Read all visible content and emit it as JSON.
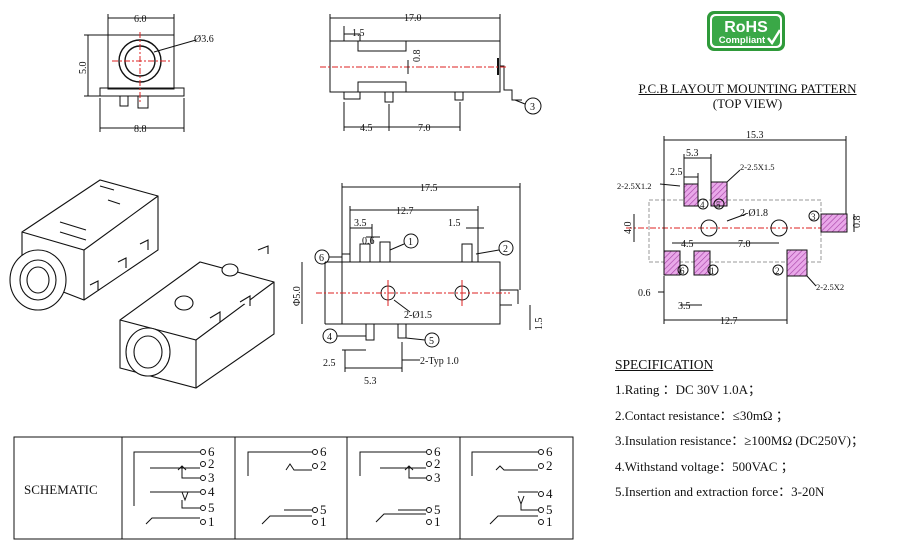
{
  "rohs": {
    "line1": "RoHS",
    "line2": "Compliant"
  },
  "pcb": {
    "title": "P.C.B LAYOUT MOUNTING PATTERN",
    "subtitle": "(TOP VIEW)",
    "dims": {
      "total": "15.3",
      "d53": "5.3",
      "d25": "2.5",
      "pad12": "2-2.5X1.2",
      "pad15": "2-2.5X1.5",
      "hole": "2-Ø1.8",
      "h08": "0.8",
      "h40": "4.0",
      "d45": "4.5",
      "d70": "7.0",
      "d06": "0.6",
      "d35": "3.5",
      "d127": "12.7",
      "pad2": "2-2.5X2"
    },
    "pins": [
      "1",
      "2",
      "3",
      "4",
      "5",
      "6"
    ]
  },
  "front": {
    "w": "6.0",
    "h": "5.0",
    "dia": "Ø3.6",
    "base": "8.8"
  },
  "side": {
    "len": "17.0",
    "d15": "1.5",
    "d08": "0.8",
    "d45": "4.5",
    "d70": "7.0",
    "pin3": "3"
  },
  "top": {
    "len": "17.5",
    "d127": "12.7",
    "d35": "3.5",
    "d06": "0.6",
    "d15": "1.5",
    "dia": "Φ5.0",
    "holes": "2-Ø1.5",
    "d25": "2.5",
    "typ": "2-Typ 1.0",
    "d53": "5.3",
    "h15": "1.5",
    "pins": [
      "1",
      "2",
      "4",
      "5",
      "6"
    ]
  },
  "schematic": {
    "label": "SCHEMATIC"
  },
  "spec": {
    "title": "SPECIFICATION",
    "items": [
      "1.Rating ：DC 30V 1.0A；",
      "2.Contact resistance：≤30mΩ ；",
      "3.Insulation resistance：≥100MΩ (DC250V)；",
      "4.Withstand voltage：500VAC ；",
      "5.Insertion and extraction force：3-20N"
    ]
  }
}
